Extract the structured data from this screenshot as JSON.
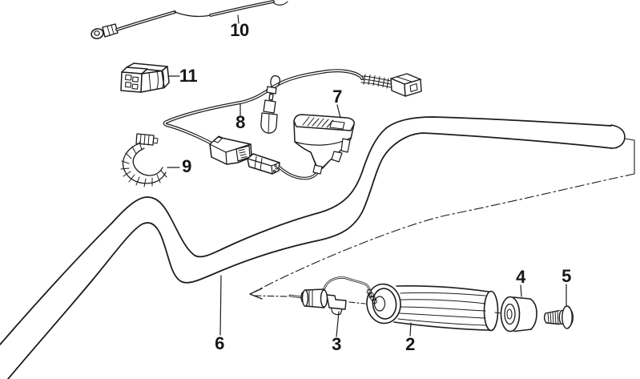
{
  "diagram": {
    "background_color": "#ffffff",
    "line_color": "#1c1c1c",
    "callouts": [
      {
        "number": "2"
      },
      {
        "number": "3"
      },
      {
        "number": "4"
      },
      {
        "number": "5"
      },
      {
        "number": "6"
      },
      {
        "number": "7"
      },
      {
        "number": "8"
      },
      {
        "number": "9"
      },
      {
        "number": "10"
      },
      {
        "number": "11"
      }
    ]
  }
}
